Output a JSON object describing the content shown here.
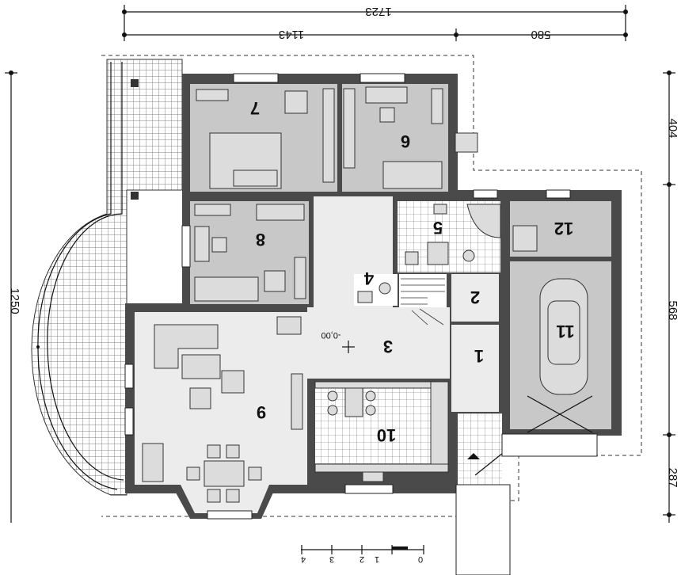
{
  "dimensions": {
    "top_total": "1723",
    "top_left": "1143",
    "top_right": "580",
    "left_total": "1250",
    "right_top": "404",
    "right_middle": "568",
    "right_bottom": "287"
  },
  "level_marker": "-0,00",
  "rooms": [
    {
      "num": "1"
    },
    {
      "num": "2"
    },
    {
      "num": "3"
    },
    {
      "num": "4"
    },
    {
      "num": "5"
    },
    {
      "num": "6"
    },
    {
      "num": "7"
    },
    {
      "num": "8"
    },
    {
      "num": "9"
    },
    {
      "num": "10"
    },
    {
      "num": "11"
    },
    {
      "num": "12"
    }
  ],
  "scale_bar": {
    "ticks": [
      "0",
      "1",
      "2",
      "3",
      "4"
    ]
  }
}
